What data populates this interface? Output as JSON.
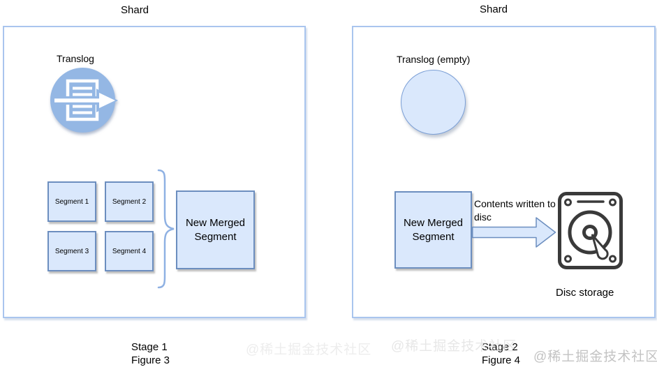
{
  "figure_left": {
    "title": "Shard",
    "translog_label": "Translog",
    "segments": [
      "Segment 1",
      "Segment 2",
      "Segment 3",
      "Segment 4"
    ],
    "merged_segment_label": "New Merged Segment",
    "stage_label": "Stage 1",
    "figure_label": "Figure 3"
  },
  "figure_right": {
    "title": "Shard",
    "translog_label": "Translog (empty)",
    "merged_segment_label": "New Merged Segment",
    "arrow_label": "Contents written to disc",
    "disc_label": "Disc storage",
    "stage_label": "Stage 2",
    "figure_label": "Figure 4"
  },
  "watermark": {
    "text": "@稀土掘金技术社区"
  },
  "icons": {
    "translog": "translog-document-arrow-icon",
    "disc": "hard-disc-storage-icon",
    "brace": "curly-brace",
    "arrow": "block-arrow-right"
  },
  "colors": {
    "shape_fill": "#dae8fc",
    "shape_border": "#6c8ebf",
    "container_border": "#a9c5ee",
    "translog_icon_fill": "#94b7e4",
    "brace_stroke": "#8fb1e3",
    "disc_icon_stroke": "#3a3a3a",
    "watermark": "#c3c3c3",
    "text": "#000000"
  }
}
